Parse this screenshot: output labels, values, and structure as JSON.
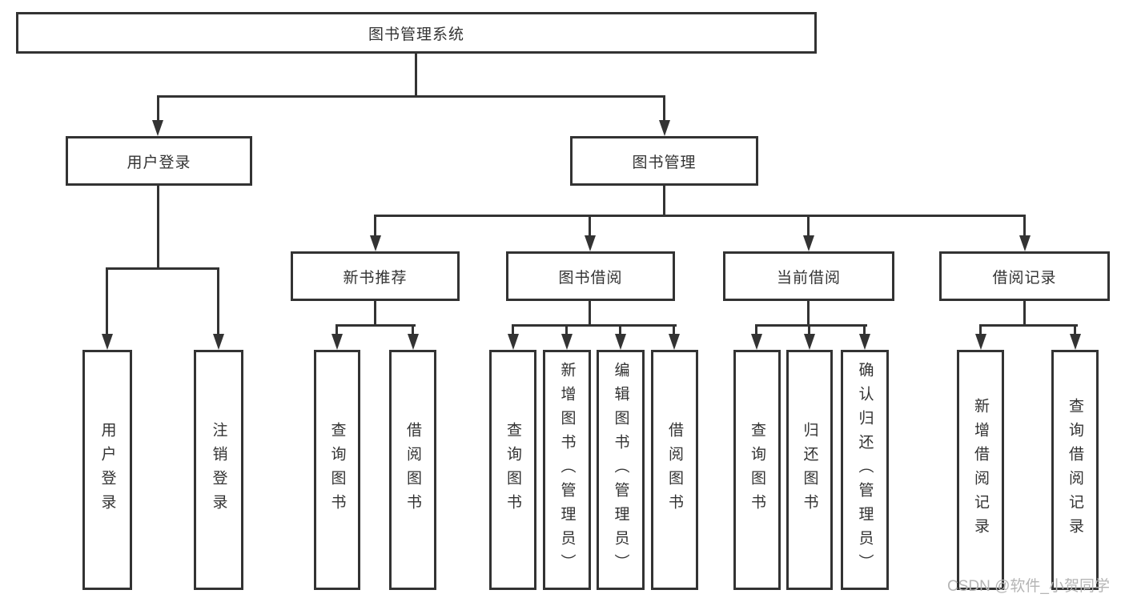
{
  "diagram": {
    "root": {
      "label": "图书管理系统"
    },
    "level2": [
      {
        "label": "用户登录"
      },
      {
        "label": "图书管理"
      }
    ],
    "level3": [
      {
        "label": "新书推荐"
      },
      {
        "label": "图书借阅"
      },
      {
        "label": "当前借阅"
      },
      {
        "label": "借阅记录"
      }
    ],
    "leaves": {
      "user_login": [
        "用户登录",
        "注销登录"
      ],
      "new_book": [
        "查询图书",
        "借阅图书"
      ],
      "book_borrow": [
        "查询图书",
        "新增图书（管理员）",
        "编辑图书（管理员）",
        "借阅图书"
      ],
      "current_borrow": [
        "查询图书",
        "归还图书",
        "确认归还（管理员）"
      ],
      "borrow_record": [
        "新增借阅记录",
        "查询借阅记录"
      ]
    }
  },
  "watermark": {
    "text": "CSDN @软件_小贺同学",
    "color": "#b5b5b5"
  },
  "colors": {
    "line": "#333333",
    "text": "#333333",
    "background": "#ffffff"
  }
}
